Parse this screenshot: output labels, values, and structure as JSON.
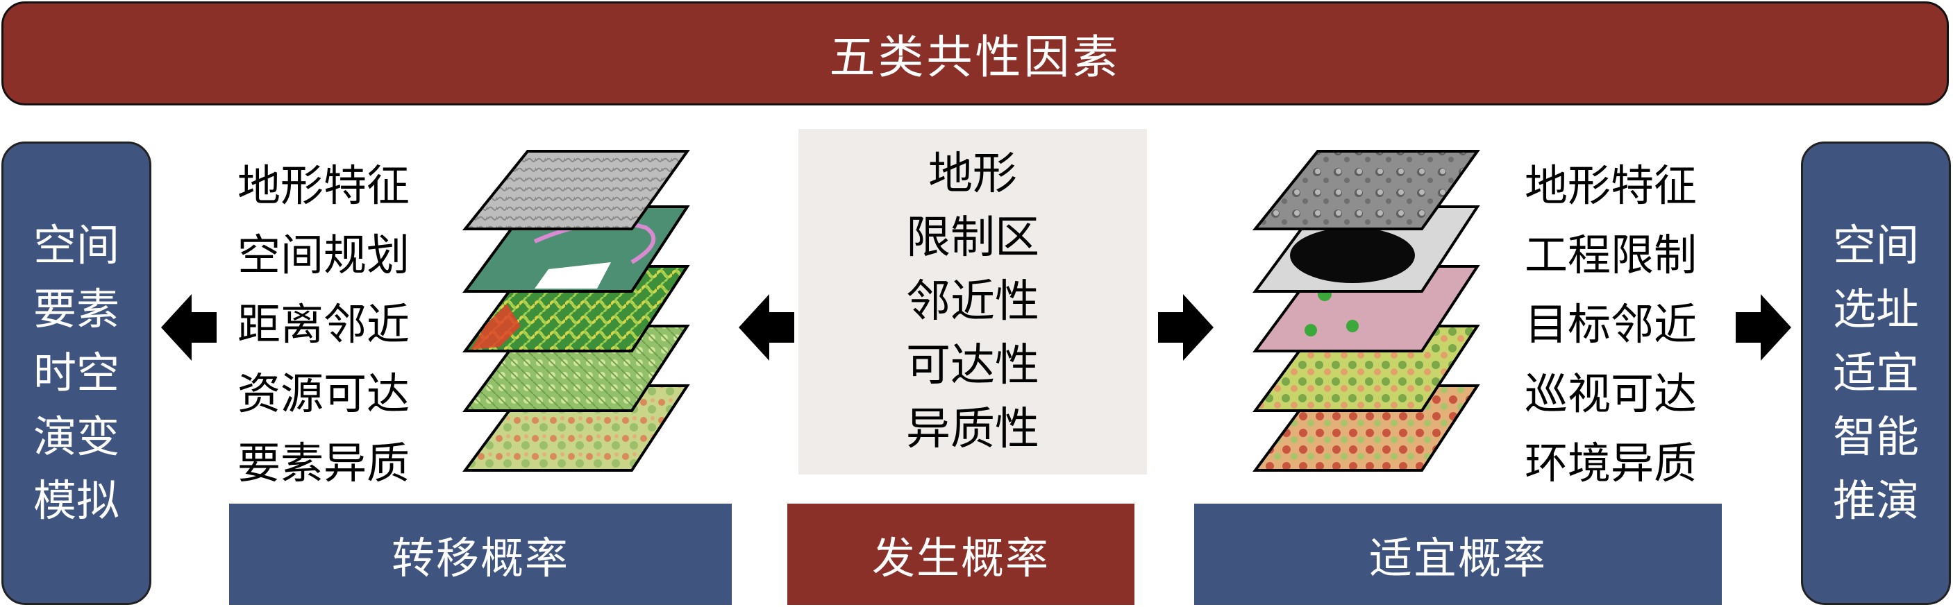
{
  "header": {
    "title": "五类共性因素"
  },
  "left_box": {
    "lines": [
      "空间",
      "要素",
      "时空",
      "演变",
      "模拟"
    ]
  },
  "right_box": {
    "lines": [
      "空间",
      "选址",
      "适宜",
      "智能",
      "推演"
    ]
  },
  "left_factors": [
    "地形特征",
    "空间规划",
    "距离邻近",
    "资源可达",
    "要素异质"
  ],
  "center_factors": [
    "地形",
    "限制区",
    "邻近性",
    "可达性",
    "异质性"
  ],
  "right_factors": [
    "地形特征",
    "工程限制",
    "目标邻近",
    "巡视可达",
    "环境异质"
  ],
  "bottom_labels": {
    "transfer": "转移概率",
    "occurrence": "发生概率",
    "suitable": "适宜概率"
  },
  "colors": {
    "red": "#8b3029",
    "blue": "#3f5580",
    "center_panel": "#efecea"
  },
  "icons": {
    "left_arrows": "arrow-left-icon",
    "right_arrows": "arrow-right-icon",
    "left_stack": "land-layers-stack-icon",
    "right_stack": "lunar-layers-stack-icon"
  }
}
